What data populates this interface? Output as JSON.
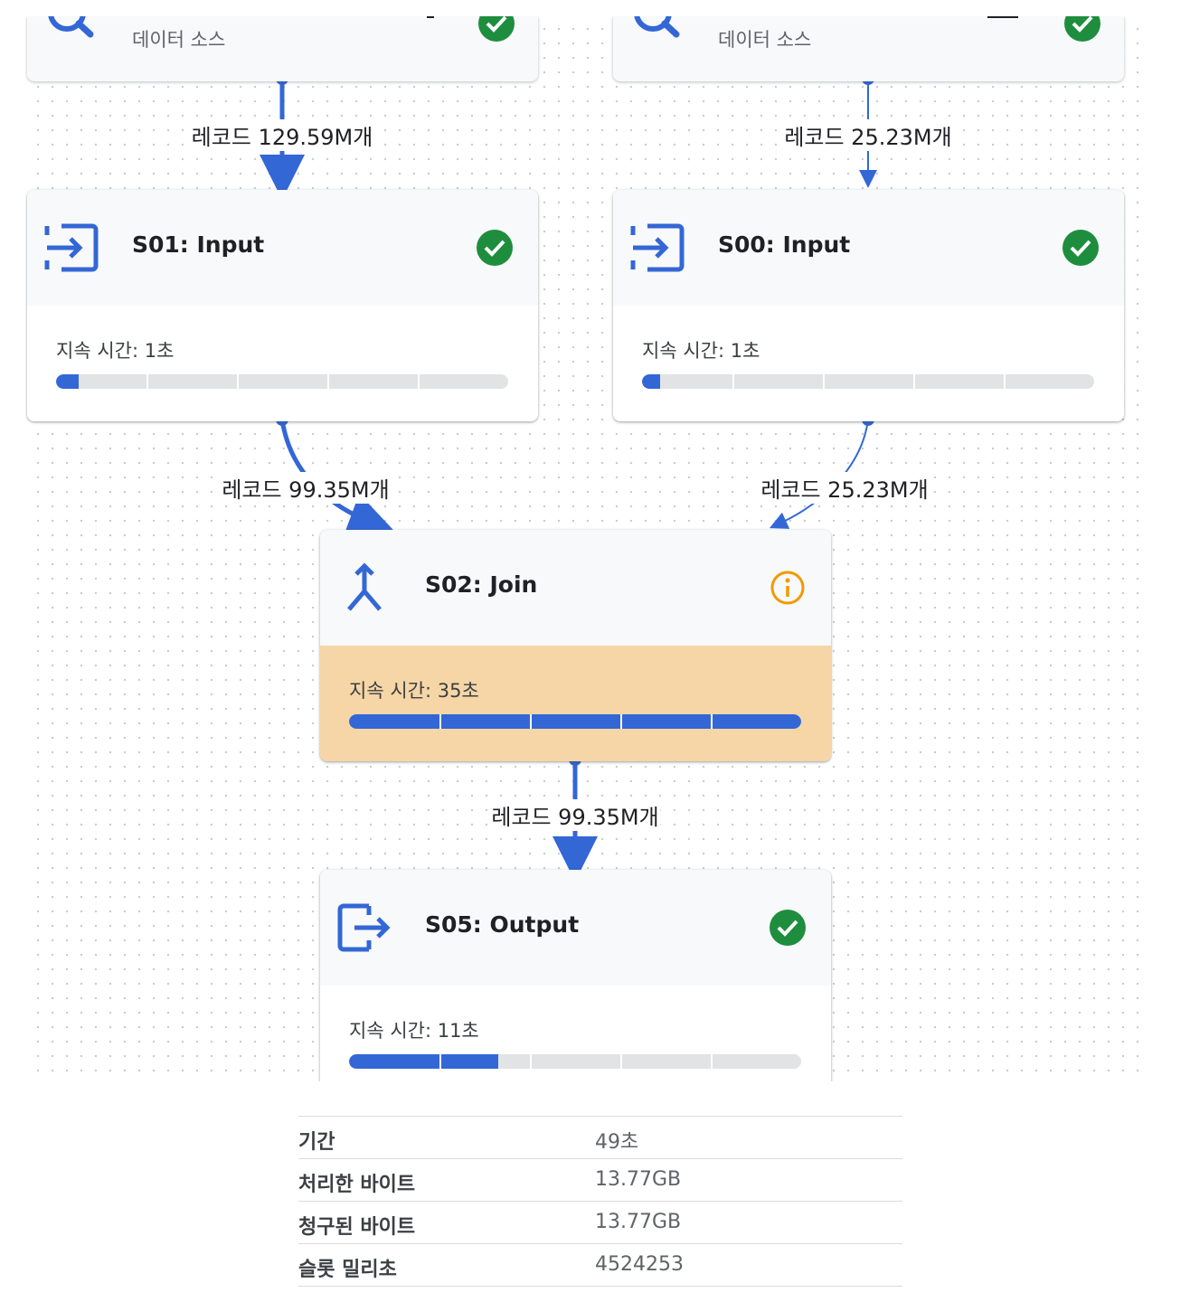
{
  "source_nodes": [
    {
      "subtitle": "데이터 소스",
      "status": "success"
    },
    {
      "subtitle": "데이터 소스",
      "status": "success"
    }
  ],
  "stages": {
    "s01": {
      "title": "S01: Input",
      "duration": "지속 시간: 1초",
      "progress_fraction": 0.05,
      "status": "success",
      "icon": "input-icon"
    },
    "s00": {
      "title": "S00: Input",
      "duration": "지속 시간: 1초",
      "progress_fraction": 0.04,
      "status": "success",
      "icon": "input-icon"
    },
    "s02": {
      "title": "S02: Join",
      "duration": "지속 시간: 35초",
      "progress_fraction": 1.0,
      "status": "info",
      "icon": "join-icon"
    },
    "s05": {
      "title": "S05: Output",
      "duration": "지속 시간: 11초",
      "progress_fraction": 0.33,
      "status": "success",
      "icon": "output-icon"
    }
  },
  "edges": [
    {
      "label": "레코드 129.59M개"
    },
    {
      "label": "레코드 25.23M개"
    },
    {
      "label": "레코드 99.35M개"
    },
    {
      "label": "레코드 25.23M개"
    },
    {
      "label": "레코드 99.35M개"
    }
  ],
  "stats": [
    {
      "key": "기간",
      "value": "49초"
    },
    {
      "key": "처리한 바이트",
      "value": "13.77GB"
    },
    {
      "key": "청구된 바이트",
      "value": "13.77GB"
    },
    {
      "key": "슬롯 밀리초",
      "value": "4524253"
    }
  ],
  "colors": {
    "accent": "#3367d6",
    "success": "#1e8e3e",
    "warning": "#f29900",
    "warning_bg": "#f6d6a6"
  }
}
